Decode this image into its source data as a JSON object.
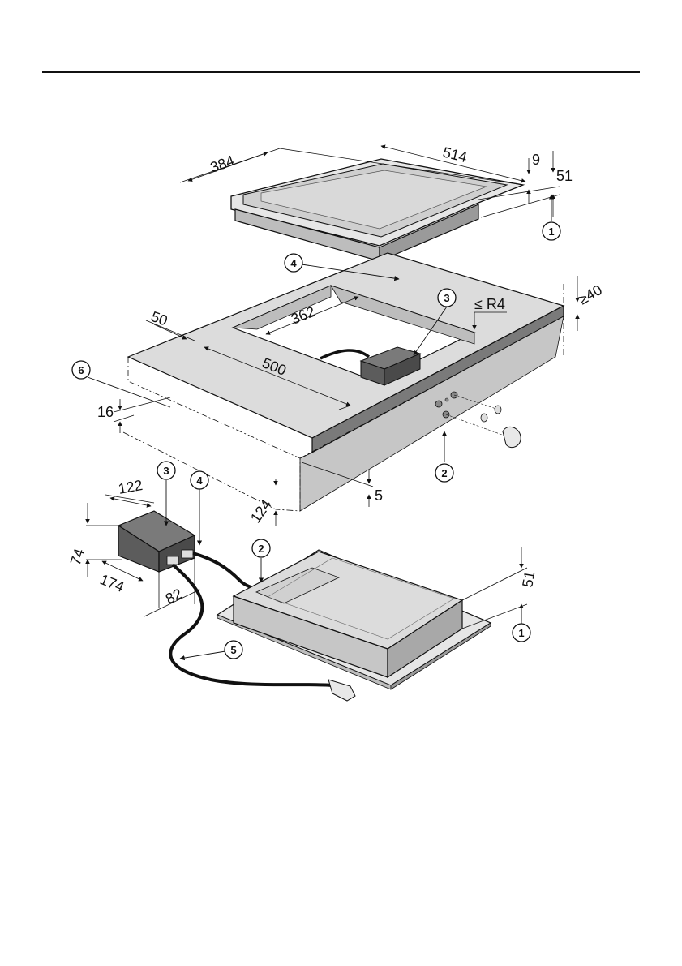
{
  "dimensions": {
    "hob_width": "384",
    "hob_depth": "514",
    "hob_rim_height": "9",
    "hob_height": "51",
    "worktop_thickness": "≥40",
    "cutout_radius": "≤ R4",
    "cutout_depth": "362",
    "cutout_width": "500",
    "front_margin": "50",
    "reveal_depth": "16",
    "control_gap": "5",
    "control_cutout_height": "124",
    "box_depth": "122",
    "box_height": "74",
    "box_length": "174",
    "box_clearance": "82",
    "panel_height": "51"
  },
  "callouts": {
    "c1": "1",
    "c2": "2",
    "c3": "3",
    "c4": "4",
    "c5": "5",
    "c6": "6"
  },
  "colors": {
    "line": "#111111",
    "steel_light": "#d9d9d9",
    "steel_mid": "#bdbdbd",
    "steel_dark": "#7a7a7a",
    "box_dark": "#5c5c5c",
    "edge": "#4a4a4a"
  }
}
